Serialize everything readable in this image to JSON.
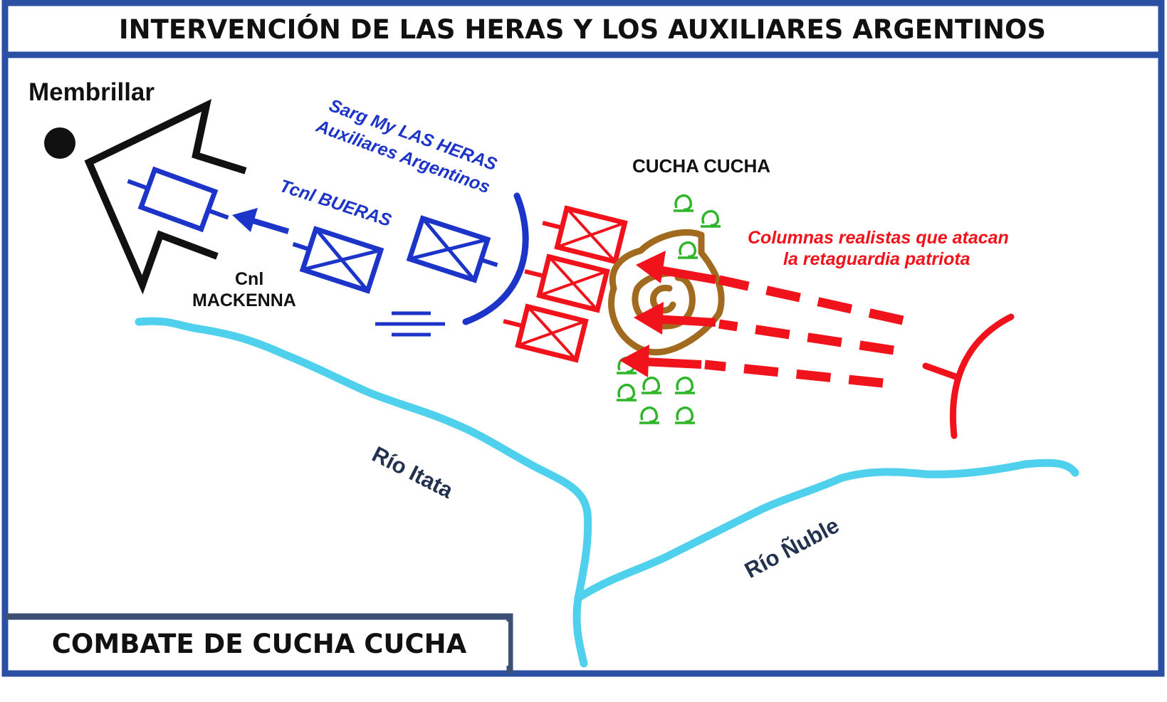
{
  "title": "INTERVENCIÓN DE LAS HERAS Y LOS AUXILIARES ARGENTINOS",
  "bottom_title": "COMBATE DE CUCHA CUCHA",
  "places": {
    "membrillar": "Membrillar",
    "cucha_cucha": "CUCHA CUCHA",
    "rio_itata": "Río Itata",
    "rio_nuble": "Río Ñuble"
  },
  "units": {
    "las_heras_line1": "Sarg My LAS HERAS",
    "las_heras_line2": "Auxiliares Argentinos",
    "bueras": "Tcnl BUERAS",
    "mackenna_line1": "Cnl",
    "mackenna_line2": "MACKENNA"
  },
  "annotation": {
    "line1": "Columnas realistas que atacan",
    "line2": "la retaguardia patriota"
  },
  "colors": {
    "frame_blue": "#2b4fa3",
    "patriot_blue": "#1c35c8",
    "royalist_red": "#f0131b",
    "river": "#4fd1ee",
    "hill_brown": "#a26a1f",
    "tree_green": "#2fb52a",
    "river_label": "#23324f"
  }
}
